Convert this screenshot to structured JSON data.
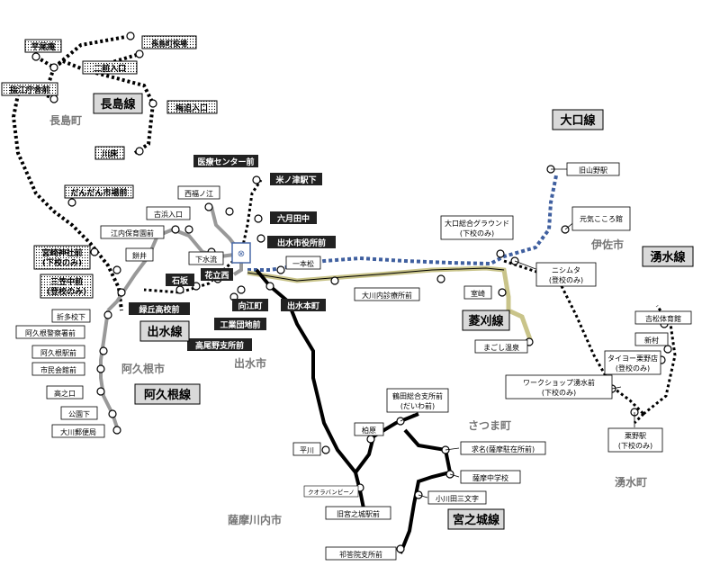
{
  "colors": {
    "izumi": "#9a9a9a",
    "akune": "#9a9a9a",
    "okuchi": "#3f5f9f",
    "hishikari": "#c9c48a",
    "miyanojo": "#000000",
    "nagashima": "#000000",
    "yusui": "#000000"
  },
  "line_labels": {
    "nagashima": "長島線",
    "okuchi": "大口線",
    "yusui": "湧水線",
    "izumi": "出水線",
    "akune": "阿久根線",
    "hishikari": "菱刈線",
    "miyanojo": "宮之城線"
  },
  "towns": {
    "nagashima": "長島町",
    "isa": "伊佐市",
    "akune": "阿久根市",
    "izumi": "出水市",
    "satsuma": "さつま町",
    "yusui": "湧水町",
    "satsumasendai": "薩摩川内市"
  },
  "stops": {
    "hiragoshi": "平尾庵",
    "nagashima_office": "長島町役場",
    "ninagawa_iriguchi": "二前入口",
    "shishido_shogunrei": "指江庁舎前",
    "umenokoshi": "梅迫入口",
    "kawatoko": "川床",
    "dandanichiba": "だんだん市場前",
    "miyazaki_jinja": "宮崎神社前\n(下校のみ)",
    "mikai_chu": "三笠中前\n(登校のみ)",
    "orita_koshita": "折多校下",
    "akune_police": "阿久根警察署前",
    "akune_ekimae": "阿久根駅前",
    "shimin_kaikan": "市民会館前",
    "takanoguchi": "高之口",
    "kouen_shita": "公園下",
    "omagawa_post": "大川郵便局",
    "nishifukunoe": "西福ノ江",
    "iryo_center": "医療センター前",
    "komenotsu": "米ノ津駅下",
    "rokuchida_naka": "六月田中",
    "izumi_shiyakusho": "出水市役所前",
    "furuhama_iriguchi": "古浜入口",
    "enouchi_hoikuen": "江内保育園前",
    "shimomizu": "下水流",
    "hanatachi_nishi": "花立西",
    "yobe": "餅井",
    "ishihiro": "石坂",
    "midoriko": "緑丘高校前",
    "kogyo_danchi": "工業団地前",
    "takaoshino": "高尾野支所前",
    "mukaie": "向江町",
    "izumi_honcho": "出水本町",
    "ippon_matsu": "一本松",
    "okawauchi_shinryojo": "大川内診療所前",
    "kyu_yamano": "旧山野駅",
    "genki_kokorokan": "元気こころ館",
    "okuchi_ground": "大口総合グラウンド\n(下校のみ)",
    "nishimuta": "ニシムタ\n(登校のみ)",
    "hishikari_saki": "室崎",
    "magoshi_onsen": "まごし温泉",
    "yoshimatsu_taiikukan": "吉松体育館",
    "shinmura": "新村",
    "taiyo_kurino": "タイヨー栗野店\n(登校のみ)",
    "workshop_yusui": "ワークショップ湧水前\n(下校のみ)",
    "kurino_eki": "栗野駅\n(下校のみ)",
    "tsuruta_shisho": "鶴田総合支所前\n(だいわ前)",
    "kashiwabara": "柏原",
    "motomyo": "求名(薩摩駐在所前)",
    "satsuma_chugakko": "薩摩中学校",
    "hirakawa": "平川",
    "kuorabanpino": "クオラバンピーノ",
    "ogawada": "小川田三文字",
    "kyu_miyanojo": "旧宮之城駅前",
    "kedoin_shisho": "祁答院支所前"
  }
}
